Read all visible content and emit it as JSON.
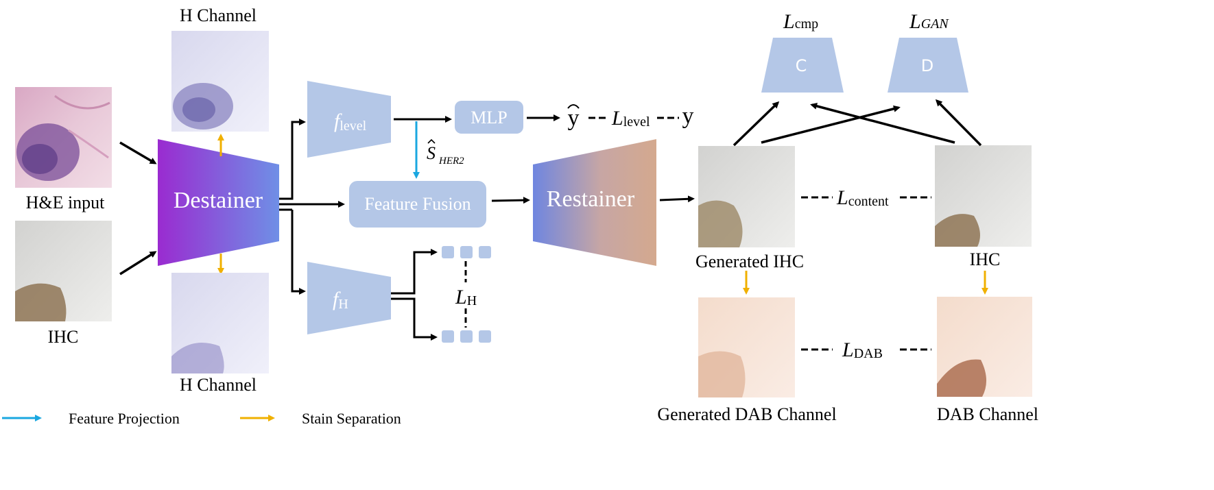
{
  "inputs": {
    "he_label": "H&E input",
    "ihc_label": "IHC"
  },
  "h_channel": {
    "top_label": "H Channel",
    "bottom_label": "H Channel"
  },
  "destainer": {
    "label": "Destainer"
  },
  "restainer": {
    "label": "Restainer"
  },
  "f_level": {
    "base": "f",
    "sub": "level"
  },
  "f_h": {
    "base": "f",
    "sub": "H"
  },
  "mlp": {
    "label": "MLP"
  },
  "feature_fusion": {
    "label": "Feature Fusion"
  },
  "s_her2": {
    "base": "S",
    "sub": "HER2"
  },
  "y_hat": "y",
  "y": "y",
  "losses": {
    "level": {
      "base": "L",
      "sub": "level"
    },
    "h": {
      "base": "L",
      "sub": "H"
    },
    "content": {
      "base": "L",
      "sub": "content"
    },
    "dab": {
      "base": "L",
      "sub": "DAB"
    },
    "cmp": {
      "base": "L",
      "sub": "cmp"
    },
    "gan": {
      "base": "L",
      "sub": "GAN"
    }
  },
  "discriminators": {
    "c": "C",
    "d": "D"
  },
  "outputs": {
    "generated_ihc": "Generated IHC",
    "ihc": "IHC",
    "generated_dab": "Generated  DAB Channel",
    "dab": "DAB Channel"
  },
  "legend": {
    "feature_projection": "Feature Projection",
    "stain_separation": "Stain Separation"
  },
  "colors": {
    "box_blue": "#b4c7e7",
    "arrow_blue": "#1aa7e0",
    "arrow_orange": "#f0b000",
    "destainer_left": "#9a2bd0",
    "destainer_right": "#6f8fe6",
    "restainer_left": "#6f86e0",
    "restainer_right": "#d4a98e"
  }
}
